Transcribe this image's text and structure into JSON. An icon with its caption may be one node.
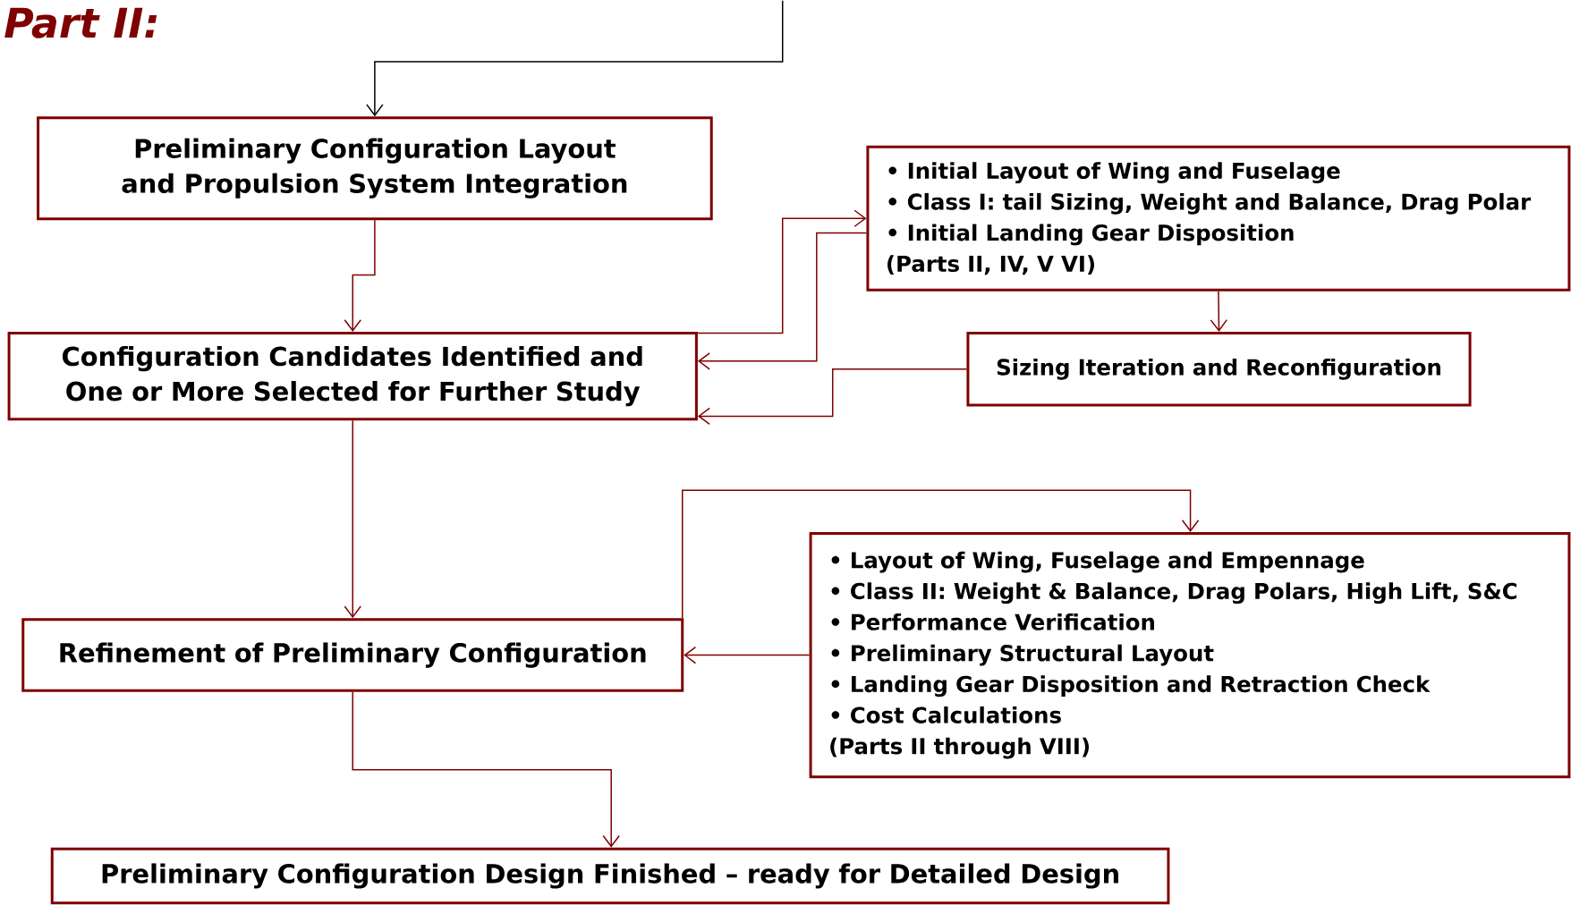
{
  "diagram": {
    "title": "Part II:",
    "nodes": [
      {
        "text": [
          "Preliminary Configuration Layout and Propulsion System Integration"
        ]
      },
      {
        "text": [
          "• Initial Layout of Wing and Fuselage",
          "• Class I: tail Sizing, Weight and Balance, Drag Polar",
          "• Initial Landing Gear Disposition",
          " (Parts II, IV, V VI)"
        ]
      },
      {
        "text": [
          "Configuration Candidates Identified and One or More Selected for Further Study"
        ]
      },
      {
        "text": [
          "Sizing Iteration and Reconfiguration"
        ]
      },
      {
        "text": [
          "• Layout of Wing, Fuselage and Empennage",
          "• Class II: Weight & Balance, Drag Polars, High Lift, S&C",
          "• Performance Verification",
          "• Preliminary Structural Layout",
          "• Landing Gear Disposition and Retraction Check",
          "• Cost Calculations",
          "(Parts II through VIII)"
        ]
      },
      {
        "text": [
          "Refinement of Preliminary Configuration"
        ]
      },
      {
        "text": [
          "Preliminary Configuration Design Finished – ready for Detailed Design"
        ]
      }
    ],
    "edges": [
      {
        "from": null,
        "to": 0,
        "arrow": "to",
        "color": "#000000"
      },
      {
        "from": 0,
        "to": 2,
        "arrow": "to"
      },
      {
        "from": 2,
        "to": 1,
        "arrow": "to"
      },
      {
        "from": 1,
        "to": 2,
        "arrow": "to"
      },
      {
        "from": 1,
        "to": 3,
        "arrow": "to"
      },
      {
        "from": 3,
        "to": 2,
        "arrow": "to"
      },
      {
        "from": 2,
        "to": 5,
        "arrow": "to"
      },
      {
        "from": 5,
        "to": 4,
        "arrow": "to"
      },
      {
        "from": 4,
        "to": 5,
        "arrow": "to"
      },
      {
        "from": 5,
        "to": 6,
        "arrow": "to"
      }
    ]
  }
}
